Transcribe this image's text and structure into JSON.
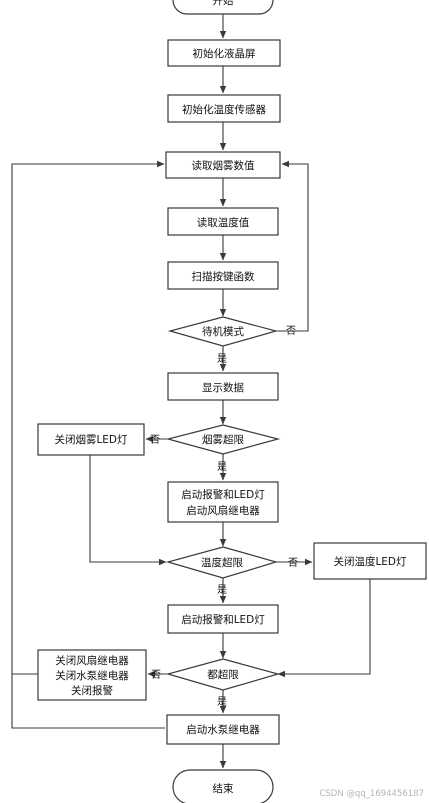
{
  "flowchart": {
    "start": "开始",
    "init_lcd": "初始化液晶屏",
    "init_temp_sensor": "初始化温度传感器",
    "read_smoke": "读取烟雾数值",
    "read_temp": "读取温度值",
    "scan_keys": "扫描按键函数",
    "standby_mode": "待机模式",
    "display_data": "显示数据",
    "smoke_over": "烟雾超限",
    "close_smoke_led": "关闭烟雾LED灯",
    "start_alarm_fan_line1": "启动报警和LED灯",
    "start_alarm_fan_line2": "启动风扇继电器",
    "temp_over": "温度超限",
    "close_temp_led": "关闭温度LED灯",
    "start_alarm_led": "启动报警和LED灯",
    "both_over": "都超限",
    "close_relays_line1": "关闭风扇继电器",
    "close_relays_line2": "关闭水泵继电器",
    "close_relays_line3": "关闭报警",
    "start_pump": "启动水泵继电器",
    "end": "结束",
    "yes": "是",
    "no": "否"
  },
  "watermark": "CSDN @qq_1694456187"
}
